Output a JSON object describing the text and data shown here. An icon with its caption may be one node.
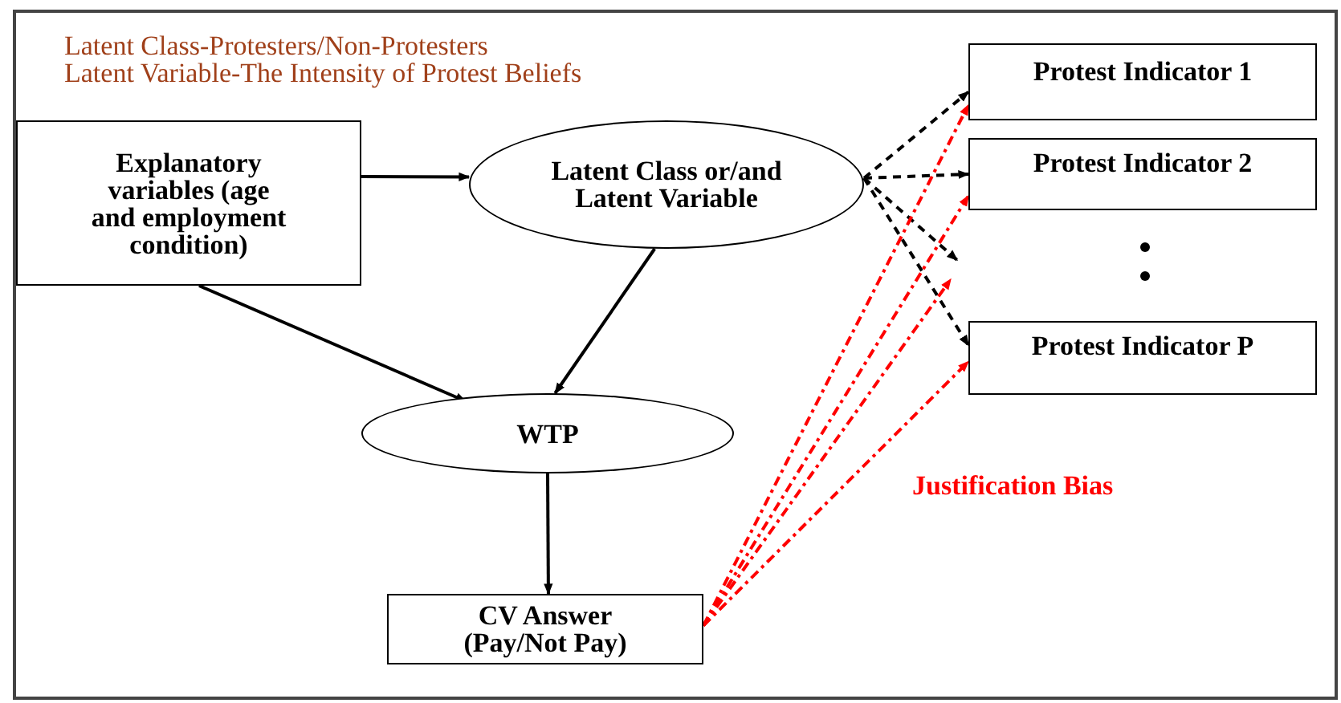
{
  "diagram": {
    "nodes": [
      {
        "text": [
          "Explanatory variables (age and employment condition)"
        ]
      },
      {
        "text": [
          "Latent Class or/and Latent Variable"
        ]
      },
      {
        "text": [
          "WTP"
        ]
      },
      {
        "text": [
          "CV Answer (Pay/Not Pay)"
        ]
      },
      {
        "text": [
          "Protest Indicator 1"
        ]
      },
      {
        "text": [
          "Protest Indicator 2"
        ]
      },
      {
        "text": [
          "Protest Indicator P"
        ]
      }
    ],
    "edges": [
      {
        "from": 0,
        "to": 1,
        "arrow": "to"
      },
      {
        "from": 0,
        "to": 2,
        "arrow": "to"
      },
      {
        "from": 1,
        "to": 2,
        "arrow": "to"
      },
      {
        "from": 2,
        "to": 3,
        "arrow": "to"
      },
      {
        "from": 1,
        "to": 4,
        "arrow": "to",
        "style": "dashed"
      },
      {
        "from": 1,
        "to": 5,
        "arrow": "to",
        "style": "dashed"
      },
      {
        "from": 1,
        "to": null,
        "arrow": "to",
        "style": "dashed"
      },
      {
        "from": 1,
        "to": 6,
        "arrow": "to",
        "style": "dashed"
      },
      {
        "from": 3,
        "to": 4,
        "arrow": "to",
        "style": "dashed",
        "color": "#ff0000"
      },
      {
        "from": 3,
        "to": 5,
        "arrow": "to",
        "style": "dashed",
        "color": "#ff0000"
      },
      {
        "from": 3,
        "to": null,
        "arrow": "to",
        "style": "dashed",
        "color": "#ff0000"
      },
      {
        "from": 3,
        "to": 6,
        "arrow": "to",
        "style": "dashed",
        "color": "#ff0000"
      }
    ],
    "labels": [
      "Latent Class-Protesters/Non-Protesters",
      "Latent Variable-The Intensity of Protest Beliefs",
      "Justification Bias"
    ]
  }
}
